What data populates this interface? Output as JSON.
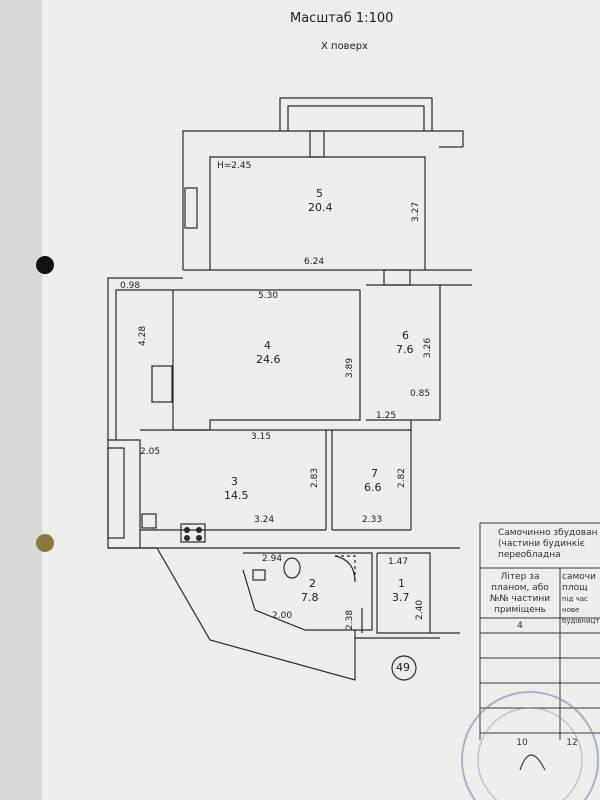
{
  "header": {
    "scale": "Масштаб 1:100",
    "floor": "X поверх"
  },
  "plan": {
    "height_label": "H=2.45",
    "circle_label": "49",
    "rooms": [
      {
        "number": "5",
        "area": "20.4"
      },
      {
        "number": "4",
        "area": "24.6"
      },
      {
        "number": "6",
        "area": "7.6"
      },
      {
        "number": "3",
        "area": "14.5"
      },
      {
        "number": "7",
        "area": "6.6"
      },
      {
        "number": "2",
        "area": "7.8"
      },
      {
        "number": "1",
        "area": "3.7"
      }
    ],
    "dimensions": [
      "3.27",
      "6.24",
      "0.98",
      "5.30",
      "4.28",
      "3.89",
      "3.26",
      "0.85",
      "1.25",
      "2.05",
      "3.15",
      "2.83",
      "2.82",
      "3.24",
      "2.33",
      "2.94",
      "1.47",
      "2.00",
      "2.38",
      "2.40"
    ]
  },
  "table": {
    "header_line1": "Самочинно збудован",
    "header_line2": "(частини будинкіє",
    "header_line3": "переобладна",
    "col1_line1": "Літер за",
    "col1_line2": "планом, або",
    "col1_line3": "№№ частини",
    "col1_line4": "приміщень",
    "col2_line1": "самочи",
    "col2_line2": "площ",
    "col2_line3": "під час нове",
    "col2_line4": "будівницт",
    "row_num1": "4",
    "row_num2": "10",
    "row_num3": "12"
  }
}
